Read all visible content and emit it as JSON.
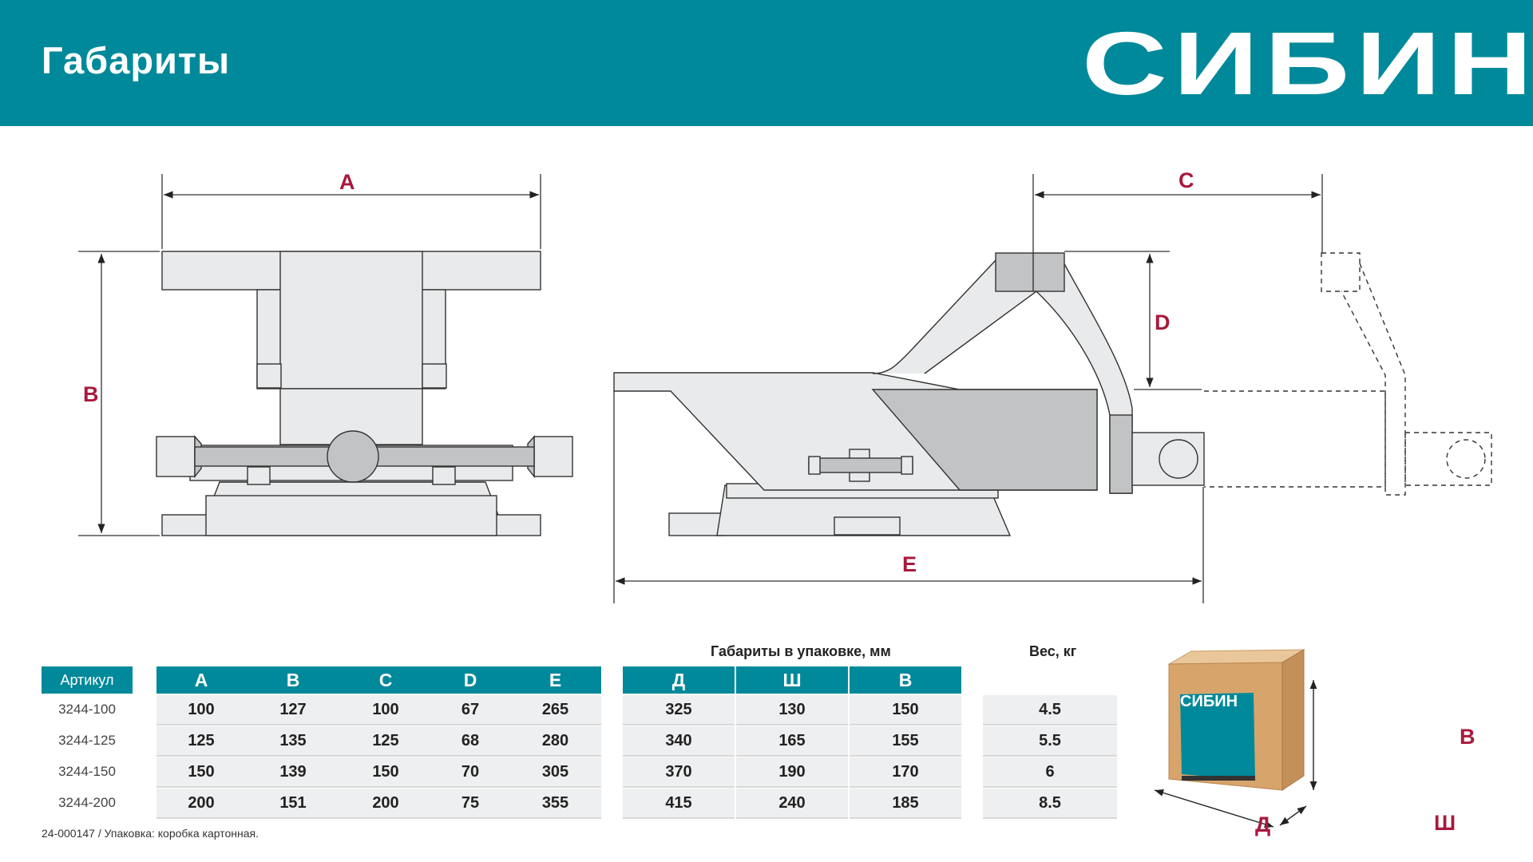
{
  "header": {
    "title": "Габариты",
    "brand": "СИБИН"
  },
  "dimensions": {
    "a": "A",
    "b": "B",
    "c": "C",
    "d": "D",
    "e": "E"
  },
  "package_title": "Габариты  в упаковке, мм",
  "weight_title": "Вес, кг",
  "table": {
    "columns": [
      "Артикул",
      "A",
      "B",
      "C",
      "D",
      "E"
    ],
    "package_columns": [
      "Д",
      "Ш",
      "В"
    ],
    "rows": [
      {
        "article": "3244-100",
        "a": "100",
        "b": "127",
        "c": "100",
        "d": "67",
        "e": "265",
        "len": "325",
        "wid": "130",
        "hei": "150",
        "weight": "4.5"
      },
      {
        "article": "3244-125",
        "a": "125",
        "b": "135",
        "c": "125",
        "d": "68",
        "e": "280",
        "len": "340",
        "wid": "165",
        "hei": "155",
        "weight": "5.5"
      },
      {
        "article": "3244-150",
        "a": "150",
        "b": "139",
        "c": "150",
        "d": "70",
        "e": "305",
        "len": "370",
        "wid": "190",
        "hei": "170",
        "weight": "6"
      },
      {
        "article": "3244-200",
        "a": "200",
        "b": "151",
        "c": "200",
        "d": "75",
        "e": "355",
        "len": "415",
        "wid": "240",
        "hei": "185",
        "weight": "8.5"
      }
    ]
  },
  "box": {
    "brand": "СИБИН",
    "label_h": "В",
    "label_l": "Д",
    "label_w": "Ш"
  },
  "footnote": "24-000147  /  Упаковка: коробка картонная.",
  "colors": {
    "accent": "#00899a",
    "dimension": "#a8193d",
    "part_light": "#e9eaeb",
    "part_dark": "#c1c3c4"
  }
}
